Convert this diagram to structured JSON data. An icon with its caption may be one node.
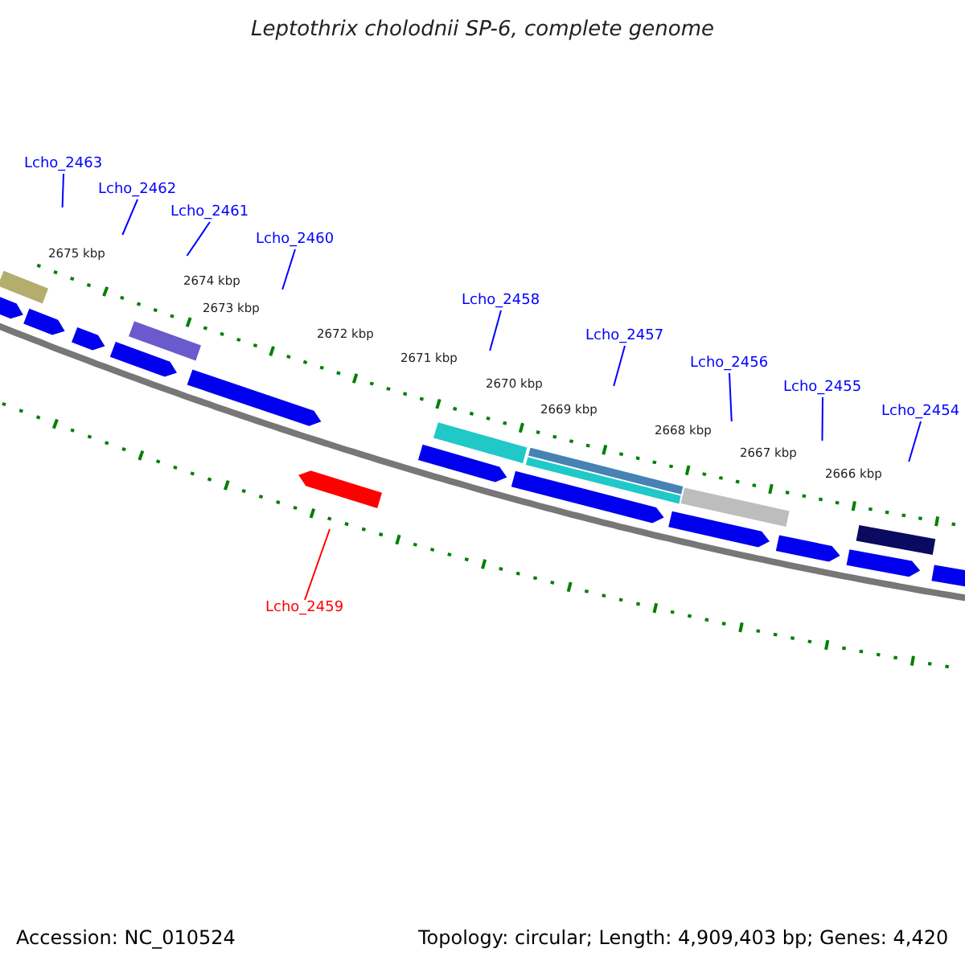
{
  "diagram": {
    "title": "Leptothrix cholodnii SP-6, complete genome",
    "nodes": [
      {
        "text": [
          "Lcho_2463"
        ]
      },
      {
        "text": [
          "Lcho_2462"
        ]
      },
      {
        "text": [
          "Lcho_2461"
        ]
      },
      {
        "text": [
          "Lcho_2460"
        ]
      },
      {
        "text": [
          "Lcho_2458"
        ]
      },
      {
        "text": [
          "Lcho_2457"
        ]
      },
      {
        "text": [
          "Lcho_2456"
        ]
      },
      {
        "text": [
          "Lcho_2455"
        ]
      },
      {
        "text": [
          "Lcho_2454"
        ]
      },
      {
        "text": [
          "Lcho_2459"
        ]
      }
    ],
    "edges": [
      {
        "from": 0,
        "to": null,
        "arrow": "none"
      },
      {
        "from": 1,
        "to": null,
        "arrow": "none"
      },
      {
        "from": 2,
        "to": null,
        "arrow": "none"
      },
      {
        "from": 3,
        "to": null,
        "arrow": "none"
      },
      {
        "from": 4,
        "to": null,
        "arrow": "none"
      },
      {
        "from": 5,
        "to": null,
        "arrow": "none"
      },
      {
        "from": 6,
        "to": null,
        "arrow": "none"
      },
      {
        "from": 7,
        "to": null,
        "arrow": "none"
      },
      {
        "from": 8,
        "to": null,
        "arrow": "none"
      },
      {
        "from": 9,
        "to": null,
        "arrow": "none",
        "color": "#ff0000"
      }
    ],
    "labels": [
      "2675 kbp",
      "2674 kbp",
      "2673 kbp",
      "2672 kbp",
      "2671 kbp",
      "2670 kbp",
      "2669 kbp",
      "2668 kbp",
      "2667 kbp",
      "2666 kbp",
      "Accession: NC_010524",
      "Topology: circular; Length: 4,909,403 bp; Genes: 4,420"
    ]
  }
}
